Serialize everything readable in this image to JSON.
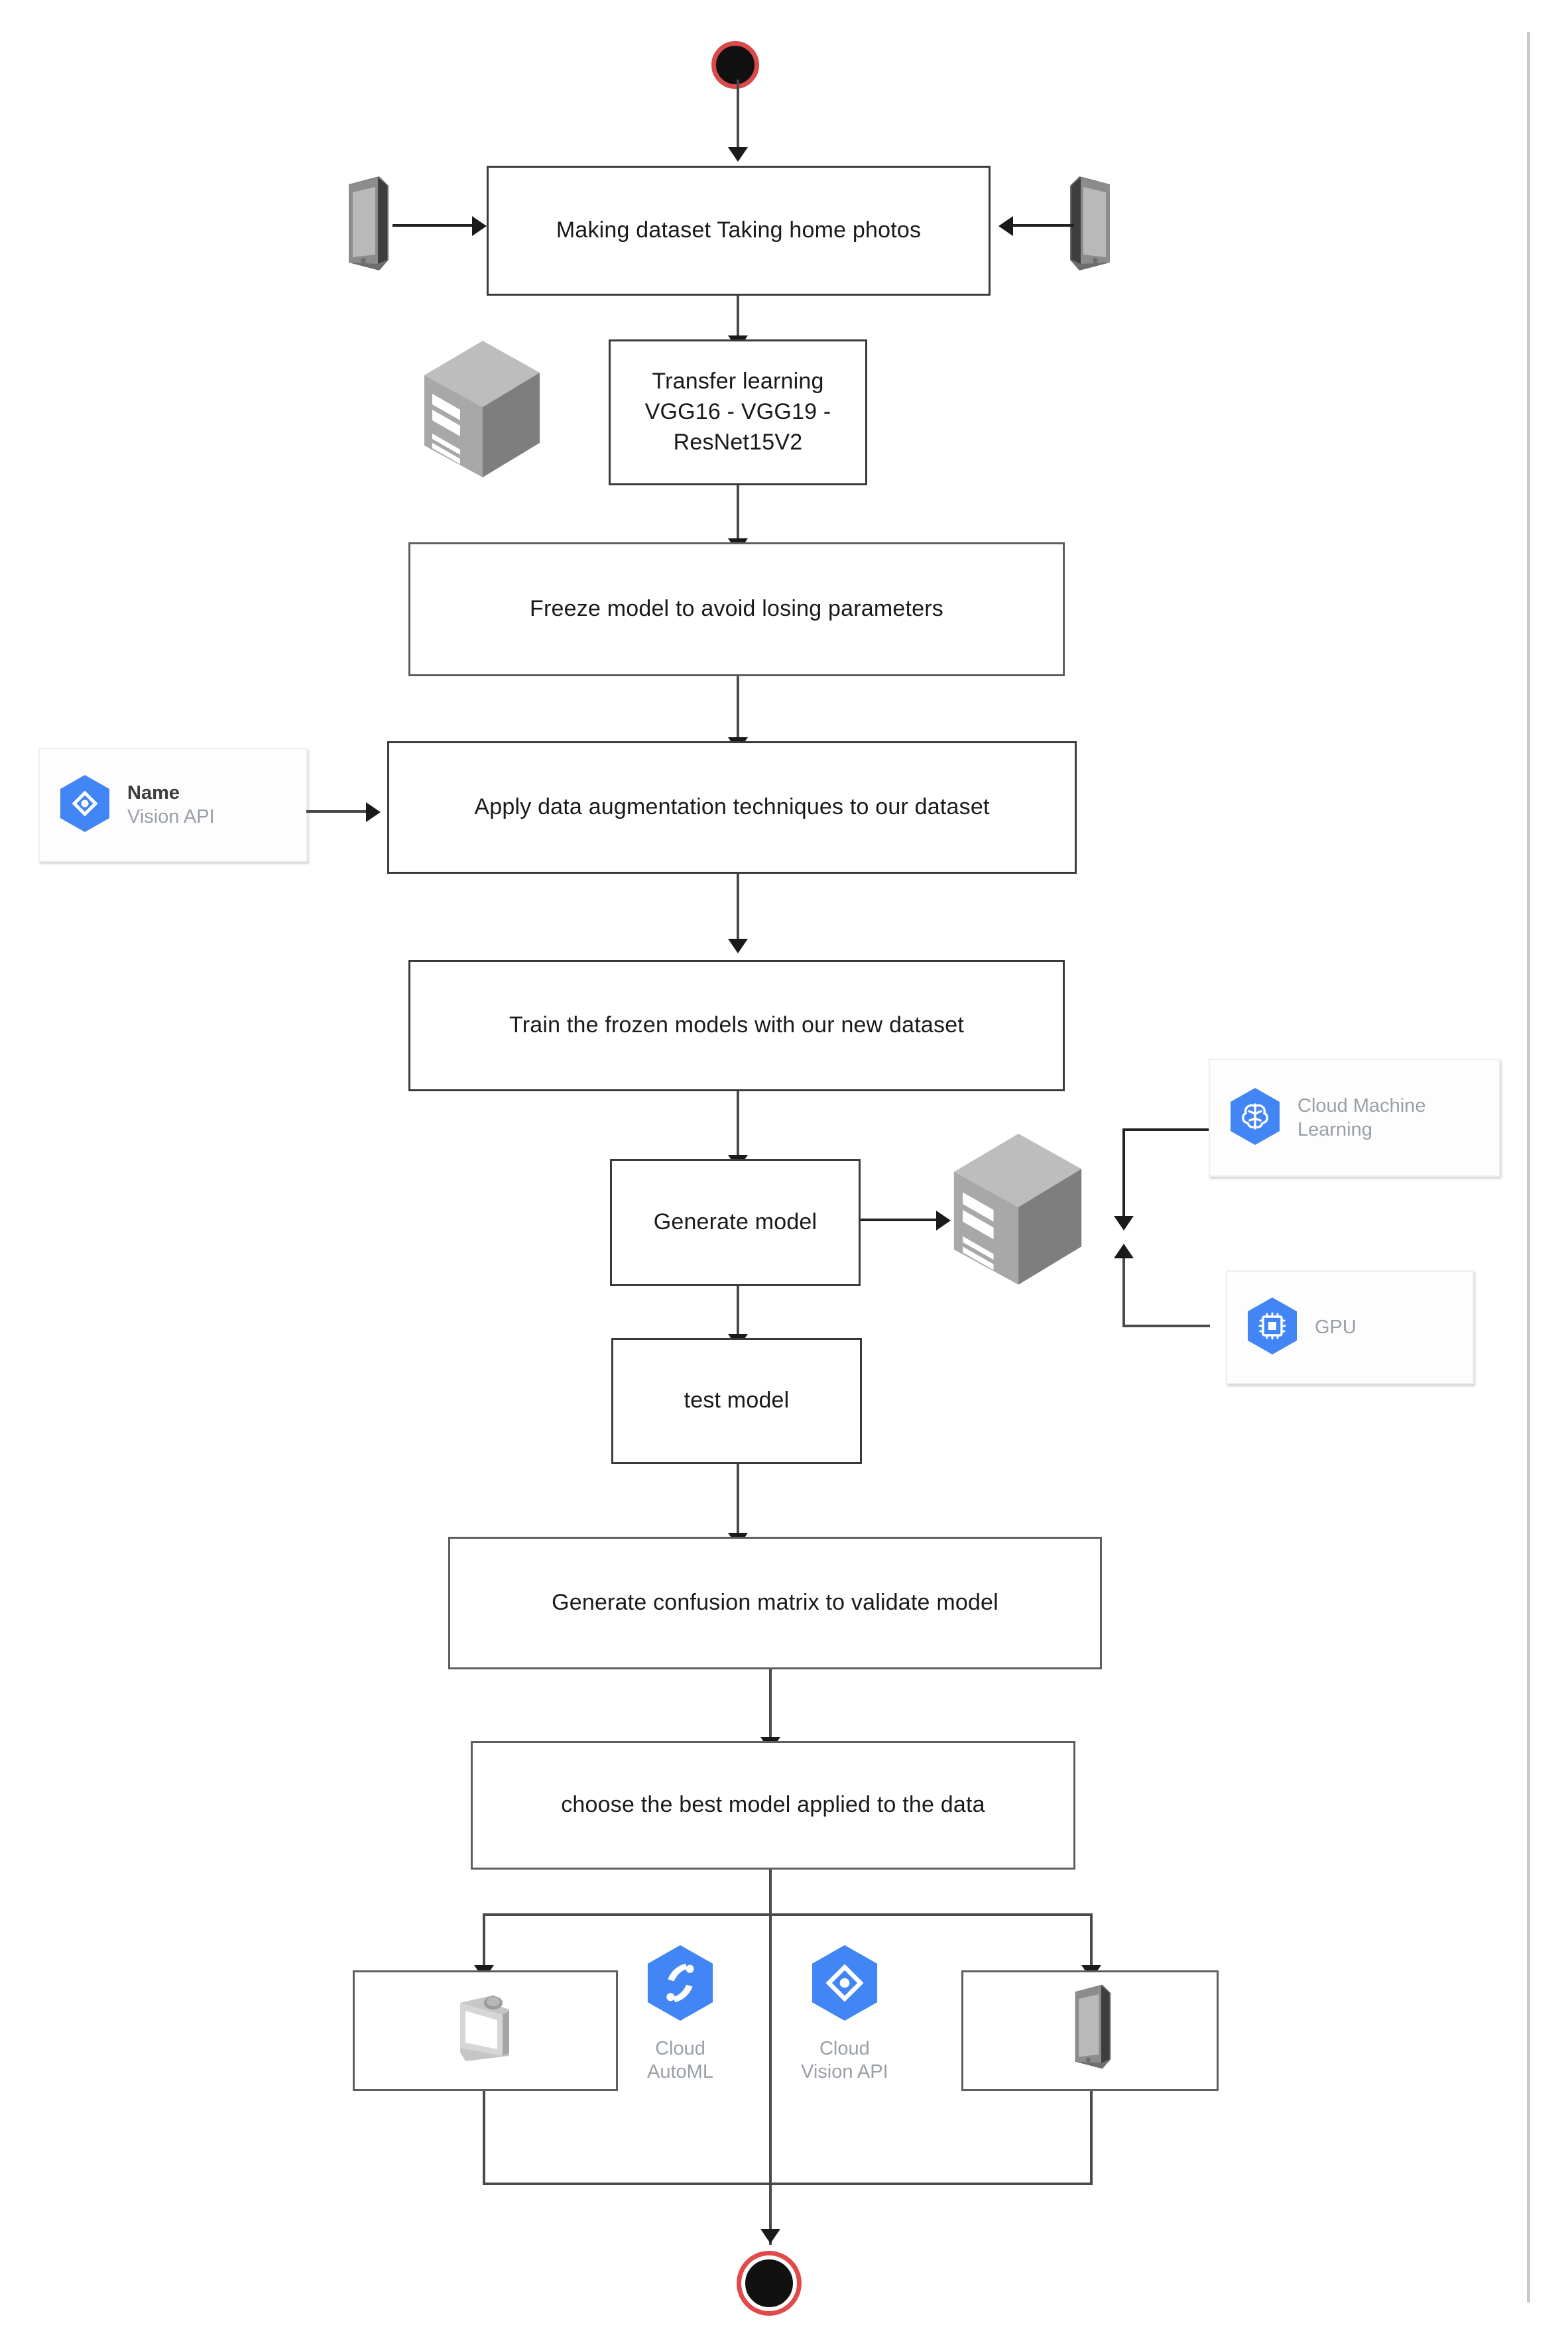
{
  "diagram": {
    "title": "Deep learning model training and deployment flowchart",
    "accent_blue": "#4285f4",
    "terminal_ring": "#e2494a",
    "box_border": "#5e5e5e",
    "muted_text": "#9aa0a6"
  },
  "nodes": {
    "start": {
      "name": "start-node"
    },
    "making_dataset": {
      "label": "Making dataset Taking home photos"
    },
    "transfer_learning": {
      "label": "Transfer learning\nVGG16 - VGG19 -\nResNet15V2"
    },
    "freeze_model": {
      "label": "Freeze model to avoid losing parameters"
    },
    "data_augmentation": {
      "label": "Apply data augmentation techniques to our dataset"
    },
    "train_models": {
      "label": "Train the frozen models with our new dataset"
    },
    "generate_model": {
      "label": "Generate model"
    },
    "test_model": {
      "label": "test model"
    },
    "confusion_matrix": {
      "label": "Generate confusion matrix to validate model"
    },
    "choose_best": {
      "label": "choose the best model applied to the data"
    },
    "desktop_output": {
      "label": ""
    },
    "mobile_output": {
      "label": ""
    },
    "end": {
      "name": "end-node"
    }
  },
  "gcp_cards": [
    {
      "id": "vision-api-card",
      "line1": "Name",
      "line2": "Vision API",
      "icon": "vision-api-icon"
    },
    {
      "id": "cloud-ml-card",
      "line1": "Cloud Machine",
      "line2": "Learning",
      "icon": "cloud-machine-learning-icon"
    },
    {
      "id": "gpu-card",
      "line1": "GPU",
      "line2": "",
      "icon": "gpu-chip-icon"
    }
  ],
  "gcp_icons": [
    {
      "id": "cloud-automl",
      "caption": "Cloud\nAutoML",
      "icon": "cloud-automl-icon"
    },
    {
      "id": "cloud-vision-api",
      "caption": "Cloud\nVision API",
      "icon": "cloud-vision-api-icon"
    }
  ],
  "device_icons": [
    {
      "id": "phone-left",
      "name": "smartphone-icon"
    },
    {
      "id": "phone-right",
      "name": "smartphone-icon"
    },
    {
      "id": "server-top",
      "name": "server-tower-icon"
    },
    {
      "id": "server-mid",
      "name": "server-tower-icon"
    },
    {
      "id": "monitor-bottom",
      "name": "monitor-icon"
    },
    {
      "id": "phone-bottom",
      "name": "smartphone-icon"
    }
  ]
}
